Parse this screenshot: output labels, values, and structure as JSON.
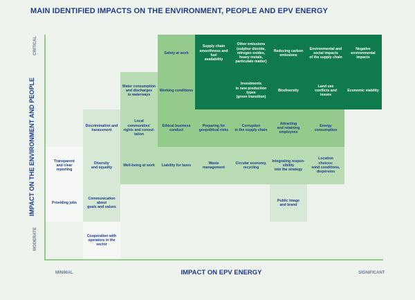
{
  "title": "MAIN IDENTIFIED IMPACTS ON THE ENVIRONMENT, PEOPLE AND EPV ENERGY",
  "axes": {
    "y_label": "IMPACT ON THE ENVIRONMENT AND PEOPLE",
    "x_label": "IMPACT ON EPV ENERGY",
    "y_top": "CRITICAL",
    "y_bottom": "MODERATE",
    "x_left": "MINIMAL",
    "x_right": "SIGNIFICANT"
  },
  "colors": {
    "level_0": "#f6f8f6",
    "level_1": "#d7e9d6",
    "level_2": "#b9dcb4",
    "level_3": "#94ca8c",
    "level_4": "#0f7a4c",
    "label_text": "#1b3a8a"
  },
  "cells": [
    {
      "col": 1,
      "row": 0,
      "level": 3,
      "text": "Safety at work"
    },
    {
      "col": 2,
      "row": 0,
      "level": 4,
      "text": "Supply chain\nsmoothness and fuel\navailability"
    },
    {
      "col": 3,
      "row": 0,
      "level": 4,
      "text": "Other emissions\n(sulphur dioxide,\nnitrogen oxides,\nheavy metals,\nparticulate matter)"
    },
    {
      "col": 4,
      "row": 0,
      "level": 4,
      "text": "Reducing carbon\nemissions"
    },
    {
      "col": 5,
      "row": 0,
      "level": 4,
      "text": "Environmental and\nsocial impacts\nof the supply chain"
    },
    {
      "col": 6,
      "row": 0,
      "level": 4,
      "text": "Negative\nenvironmental\nimpacts"
    },
    {
      "col": 0,
      "row": 1,
      "level": 2,
      "text": "Water consumption\nand discharges\nto waterways"
    },
    {
      "col": 1,
      "row": 1,
      "level": 3,
      "text": "Working conditions"
    },
    {
      "col": 2,
      "row": 1,
      "level": 4,
      "text": ""
    },
    {
      "col": 3,
      "row": 1,
      "level": 4,
      "text": "Investments\nin new production\ntypes\n(green transition)"
    },
    {
      "col": 4,
      "row": 1,
      "level": 4,
      "text": "Biodiversity"
    },
    {
      "col": 5,
      "row": 1,
      "level": 4,
      "text": "Land use\nconflicts and\nissues"
    },
    {
      "col": 6,
      "row": 1,
      "level": 4,
      "text": "Economic viability"
    },
    {
      "col": -1,
      "row": 2,
      "level": 1,
      "text": "Discrimination and\nharassment"
    },
    {
      "col": 0,
      "row": 2,
      "level": 2,
      "text": "Local\ncommunities'\nrights and consul-\ntation"
    },
    {
      "col": 1,
      "row": 2,
      "level": 3,
      "text": "Ethical business\nconduct"
    },
    {
      "col": 2,
      "row": 2,
      "level": 3,
      "text": "Preparing for\ngeopolitical risks"
    },
    {
      "col": 3,
      "row": 2,
      "level": 3,
      "text": "Corruption\nin the supply chain"
    },
    {
      "col": 4,
      "row": 2,
      "level": 3,
      "text": "Attracting\nand retaining\nemployees"
    },
    {
      "col": 5,
      "row": 2,
      "level": 3,
      "text": "Energy\nconsumption"
    },
    {
      "col": -2,
      "row": 3,
      "level": 0,
      "text": "Transparent\nand clear\nreporting"
    },
    {
      "col": -1,
      "row": 3,
      "level": 1,
      "text": "Diversity\nand equality"
    },
    {
      "col": 0,
      "row": 3,
      "level": 2,
      "text": "Well-being at work"
    },
    {
      "col": 1,
      "row": 3,
      "level": 2,
      "text": "Liability for taxes"
    },
    {
      "col": 2,
      "row": 3,
      "level": 2,
      "text": "Waste\nmanagement"
    },
    {
      "col": 3,
      "row": 3,
      "level": 2,
      "text": "Circular economy,\nrecycling"
    },
    {
      "col": 4,
      "row": 3,
      "level": 2,
      "text": "Integrating respon-\nsibility\ninto the strategy"
    },
    {
      "col": 5,
      "row": 3,
      "level": 2,
      "text": "Location\nchoices:\nwind conditions,\ndispersion"
    },
    {
      "col": -2,
      "row": 4,
      "level": 0,
      "text": "Providing jobs"
    },
    {
      "col": -1,
      "row": 4,
      "level": 1,
      "text": "Communication about\ngoals and values"
    },
    {
      "col": 4,
      "row": 4,
      "level": 1,
      "text": "Public image\nand brand"
    },
    {
      "col": -1,
      "row": 5,
      "level": 0,
      "text": "Cooperation with\noperators in the\nsector"
    }
  ]
}
